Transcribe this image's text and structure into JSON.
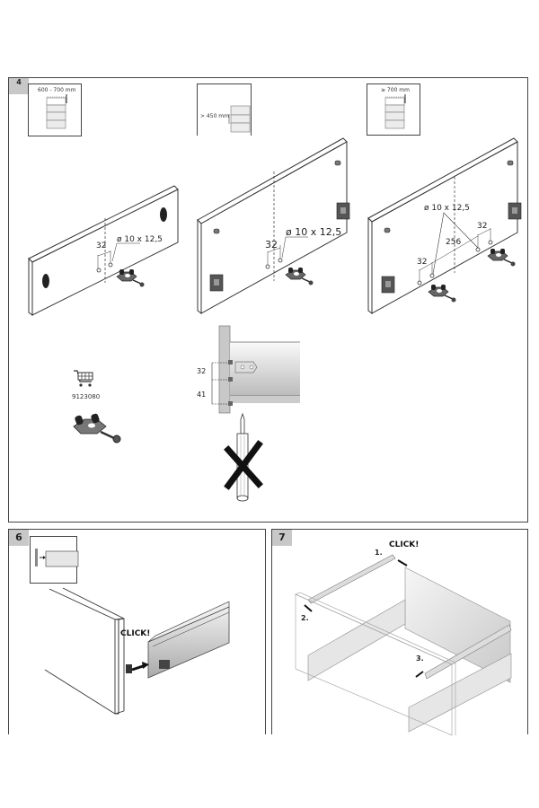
{
  "main_panel": {
    "step_badge": "4",
    "insets": [
      {
        "label": "600 - 700 mm"
      },
      {
        "label": "> 450 mm"
      },
      {
        "label": "≥ 700 mm"
      }
    ],
    "figures": [
      {
        "hole_spec": "ø 10 x 12,5",
        "spacing": "32"
      },
      {
        "hole_spec": "ø 10 x 12,5",
        "spacing": "32"
      },
      {
        "hole_spec": "ø 10 x 12,5",
        "spacing_left": "32",
        "spacing_right": "32",
        "center_distance": "256"
      }
    ],
    "part": {
      "article_number": "9123080",
      "icon": "shopping-cart-icon"
    },
    "side_detail": {
      "dim_upper": "32",
      "dim_lower": "41",
      "prohibited_tool": "screwdriver",
      "prohibited_mark": "cross-icon"
    }
  },
  "panel_6": {
    "step_badge": "6",
    "callout": "CLICK!"
  },
  "panel_7": {
    "step_badge": "7",
    "callout": "CLICK!",
    "steps": [
      "1.",
      "2.",
      "3."
    ]
  }
}
